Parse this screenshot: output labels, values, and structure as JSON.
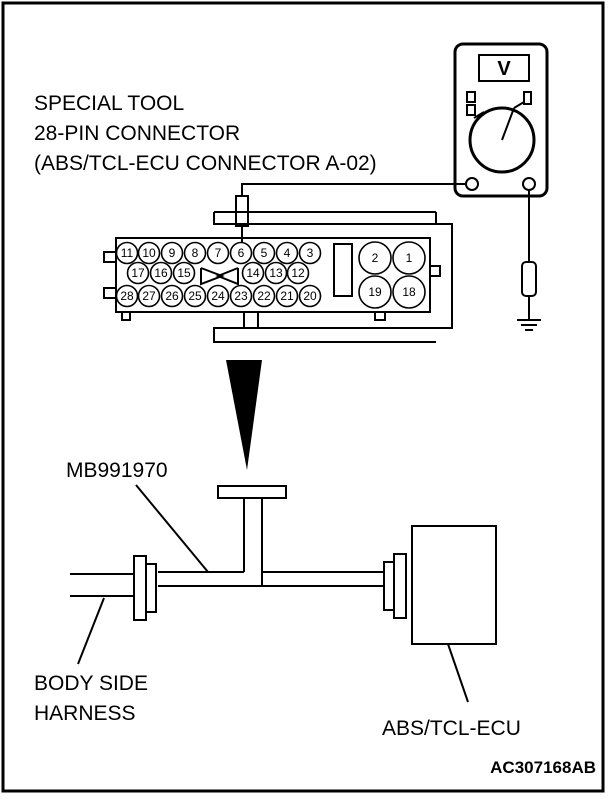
{
  "labels": {
    "tool_line1": "SPECIAL TOOL",
    "tool_line2": "28-PIN CONNECTOR",
    "tool_line3": "(ABS/TCL-ECU CONNECTOR A-02)",
    "adapter": "MB991970",
    "harness_line1": "BODY SIDE",
    "harness_line2": "HARNESS",
    "ecu": "ABS/TCL-ECU",
    "figure_code": "AC307168AB"
  },
  "voltmeter": {
    "unit_symbol": "V"
  },
  "connector": {
    "small_pins": [
      "11",
      "10",
      "9",
      "8",
      "7",
      "6",
      "5",
      "4",
      "3",
      "17",
      "16",
      "15",
      "14",
      "13",
      "12",
      "28",
      "27",
      "26",
      "25",
      "24",
      "23",
      "22",
      "21",
      "20"
    ],
    "large_pins": [
      "2",
      "1",
      "19",
      "18"
    ],
    "probed_pin": "6"
  },
  "colors": {
    "line": "#000000",
    "background": "#ffffff"
  }
}
